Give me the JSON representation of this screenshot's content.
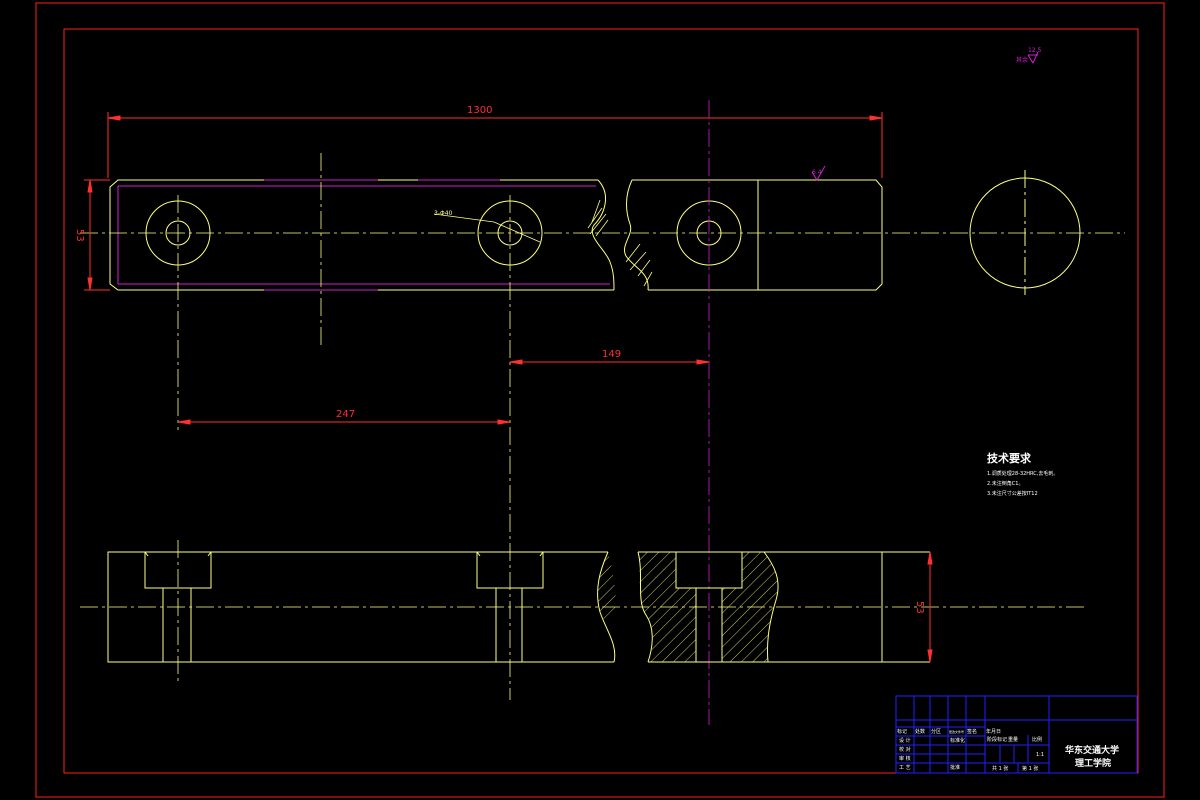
{
  "colors": {
    "background": "#000000",
    "frame": "#ff2020",
    "part": "#ffff80",
    "center": "#ffff80",
    "dimension": "#ff3030",
    "hatch": "#ffff80",
    "magenta": "#d020d0",
    "title_block": "#2020ff",
    "text": "#ffffff"
  },
  "dimensions": {
    "overall_length": "1300",
    "height_left": "53",
    "height_bottom": "53",
    "spacing_right": "149",
    "spacing_left": "247",
    "leader_note": "3-Φ40",
    "surface_roughness": "6.4",
    "corner_roughness": "12.5",
    "corner_roughness_other": "其余"
  },
  "technical_requirements": {
    "title": "技术要求",
    "items": [
      "1.调质处理28-32HRC,去毛刺。",
      "2.未注倒角C1。",
      "3.未注尺寸公差按IT12"
    ]
  },
  "title_block": {
    "header_labels": [
      "标记",
      "处数",
      "分区",
      "更改文件号",
      "签名",
      "年月日"
    ],
    "rows": [
      "设 计",
      "校 对",
      "审 核",
      "工 艺"
    ],
    "standardization": "标准化",
    "approve": "批准",
    "stage_labels": [
      "阶段标记",
      "重量",
      "比例"
    ],
    "scale": "1:1",
    "sheets": [
      "共 1 张",
      "第 1 张"
    ],
    "school_line1": "华东交通大学",
    "school_line2": "理工学院"
  }
}
